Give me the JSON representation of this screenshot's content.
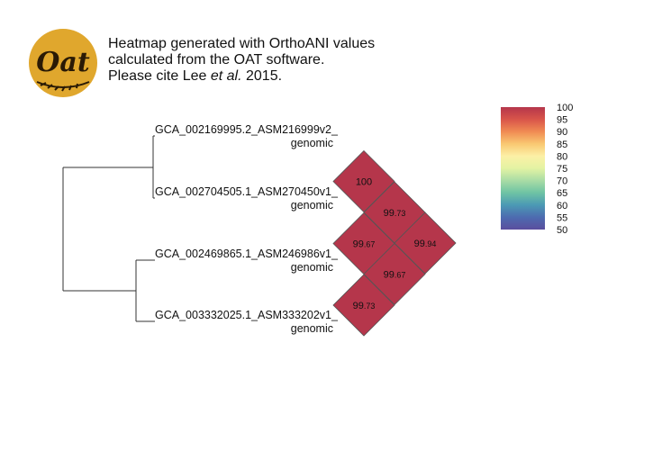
{
  "header": {
    "line1": "Heatmap generated with OrthoANI values",
    "line2": "calculated from the OAT software.",
    "line3_pre": "Please cite Lee ",
    "line3_em": "et al.",
    "line3_post": " 2015.",
    "logo_text": "Oat"
  },
  "colors": {
    "cell_fill": "#b5364b",
    "logo_gold": "#e0a72d",
    "logo_dark": "#2a1a05"
  },
  "chart_data": {
    "type": "heatmap",
    "leaves": [
      {
        "line1": "GCA_002169995.2_ASM216999v2_",
        "line2": "genomic"
      },
      {
        "line1": "GCA_002704505.1_ASM270450v1_",
        "line2": "genomic"
      },
      {
        "line1": "GCA_002469865.1_ASM246986v1_",
        "line2": "genomic"
      },
      {
        "line1": "GCA_003332025.1_ASM333202v1_",
        "line2": "genomic"
      }
    ],
    "cells": [
      {
        "i": 0,
        "j": 1,
        "value": "100"
      },
      {
        "i": 1,
        "j": 2,
        "value": "99.67"
      },
      {
        "i": 0,
        "j": 2,
        "value": "99.73"
      },
      {
        "i": 1,
        "j": 3,
        "value": "99.67"
      },
      {
        "i": 2,
        "j": 3,
        "value": "99.73"
      },
      {
        "i": 0,
        "j": 3,
        "value": "99.94"
      }
    ],
    "colorbar": {
      "ticks": [
        "100",
        "95",
        "90",
        "85",
        "80",
        "75",
        "70",
        "65",
        "60",
        "55",
        "50"
      ],
      "stops": [
        "#b5364b",
        "#d9554a",
        "#f08b53",
        "#f9c872",
        "#fcf0a6",
        "#e3f3a3",
        "#a9dca5",
        "#6ec3a4",
        "#4b99b4",
        "#4d6bb0",
        "#5a4e9e"
      ]
    }
  }
}
